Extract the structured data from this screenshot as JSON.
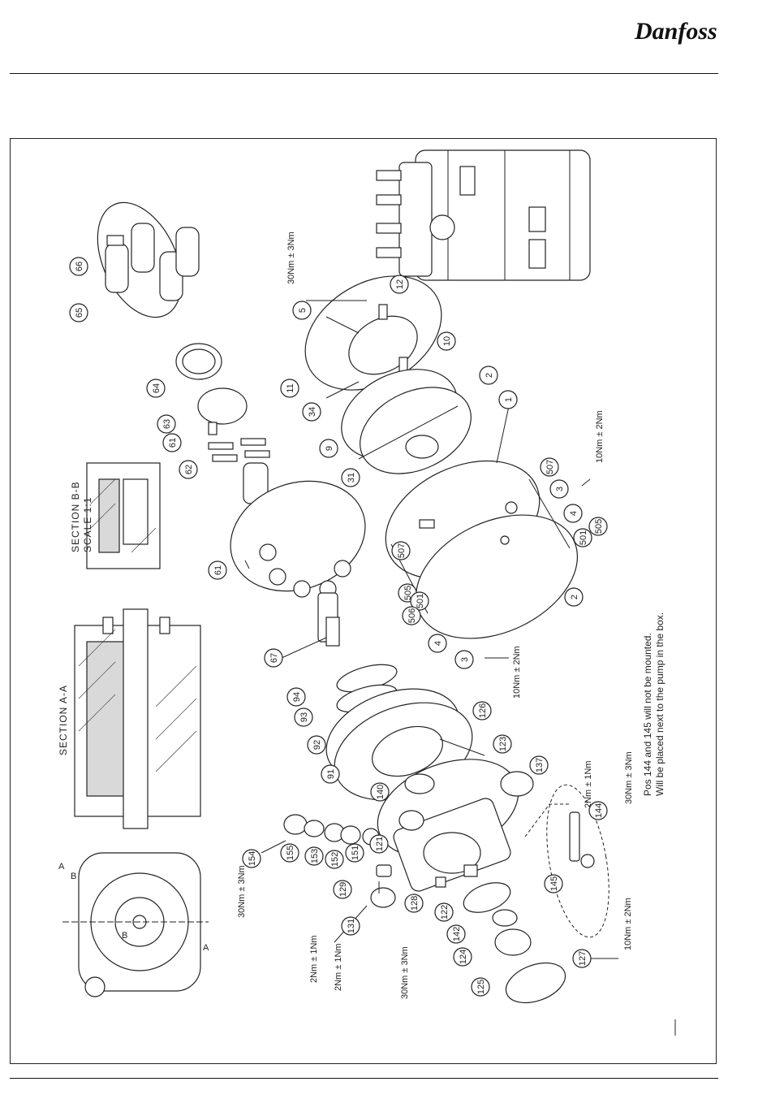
{
  "brand": {
    "name": "Danfoss"
  },
  "section_titles": {
    "section_aa": "SECTION A-A",
    "section_bb": "SECTION B-B",
    "scale": "SCALE 1:1"
  },
  "view_markers": {
    "a_top": "A",
    "b_top": "B",
    "b_center": "B",
    "a_bottom": "A"
  },
  "note": {
    "line1": "Pos 144 and 145 will not be mounted.",
    "line2": "Will be placed next to the pump in the box."
  },
  "torques": {
    "t_30_top": "30Nm ± 3Nm",
    "t_10_right": "10Nm ± 2Nm",
    "t_10_mid": "10Nm ± 2Nm",
    "t_30_144": "30Nm ± 3Nm",
    "t_2_137": "2Nm ± 1Nm",
    "t_10_127": "10Nm ± 2Nm",
    "t_30_154": "30Nm ± 3Nm",
    "t_2_129": "2Nm ± 1Nm",
    "t_2_131": "2Nm ± 1Nm",
    "t_30_128": "30Nm ± 3Nm"
  },
  "balloons": [
    "66",
    "65",
    "64",
    "63",
    "61",
    "62",
    "5",
    "12",
    "10",
    "11",
    "34",
    "9",
    "31",
    "2",
    "1",
    "507",
    "3",
    "4",
    "501",
    "505",
    "61",
    "507",
    "505",
    "501",
    "506",
    "2",
    "4",
    "3",
    "67",
    "94",
    "93",
    "92",
    "91",
    "126",
    "140",
    "123",
    "137",
    "121",
    "151",
    "152",
    "153",
    "155",
    "154",
    "129",
    "131",
    "128",
    "122",
    "142",
    "124",
    "125",
    "127",
    "144",
    "145"
  ]
}
